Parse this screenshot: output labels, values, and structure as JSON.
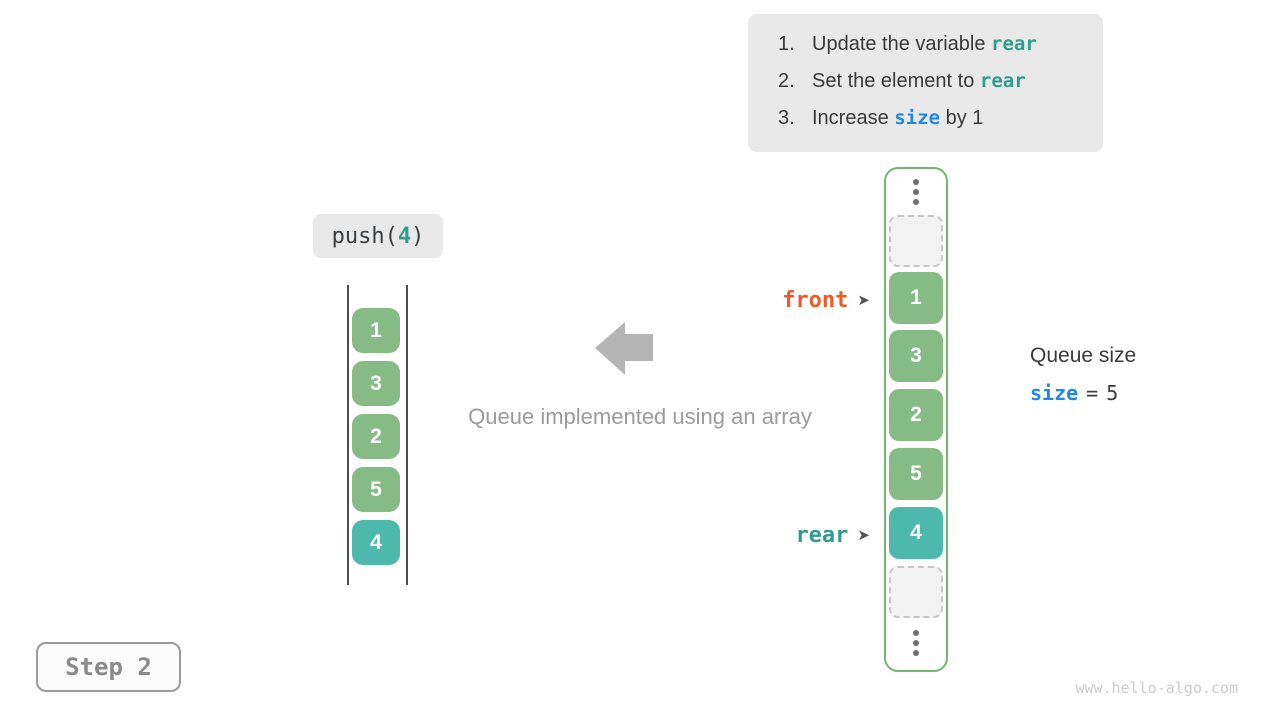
{
  "colors": {
    "cell_green": "#87bb85",
    "cell_teal": "#4db9ad",
    "array_border_green": "#70b870",
    "front_orange": "#ed5a28",
    "code_teal": "#2f9c8d",
    "code_blue": "#1f87e8",
    "box_gray": "#e9e9e9"
  },
  "instructions": {
    "items": [
      {
        "num": "1.",
        "pre": "Update the variable ",
        "code": "rear",
        "code_color": "teal",
        "post": ""
      },
      {
        "num": "2.",
        "pre": "Set the element to ",
        "code": "rear",
        "code_color": "teal",
        "post": ""
      },
      {
        "num": "3.",
        "pre": "Increase ",
        "code": "size",
        "code_color": "blue",
        "post": " by 1"
      }
    ]
  },
  "operation": {
    "fn": "push(",
    "arg": "4",
    "close": ")"
  },
  "left_stack": {
    "cells": [
      {
        "value": "1",
        "variant": "green"
      },
      {
        "value": "3",
        "variant": "green"
      },
      {
        "value": "2",
        "variant": "green"
      },
      {
        "value": "5",
        "variant": "green"
      },
      {
        "value": "4",
        "variant": "teal"
      }
    ]
  },
  "array": {
    "cells": [
      {
        "value": "1",
        "variant": "green"
      },
      {
        "value": "3",
        "variant": "green"
      },
      {
        "value": "2",
        "variant": "green"
      },
      {
        "value": "5",
        "variant": "green"
      },
      {
        "value": "4",
        "variant": "teal"
      }
    ]
  },
  "pointers": {
    "front": {
      "label": "front",
      "arrow": "➤"
    },
    "rear": {
      "label": "rear",
      "arrow": "➤"
    }
  },
  "queue_size": {
    "title": "Queue size",
    "var": "size",
    "eq": "=",
    "value": "5"
  },
  "caption": "Queue implemented using an array",
  "step": {
    "label": "Step 2"
  },
  "watermark": "www.hello-algo.com"
}
